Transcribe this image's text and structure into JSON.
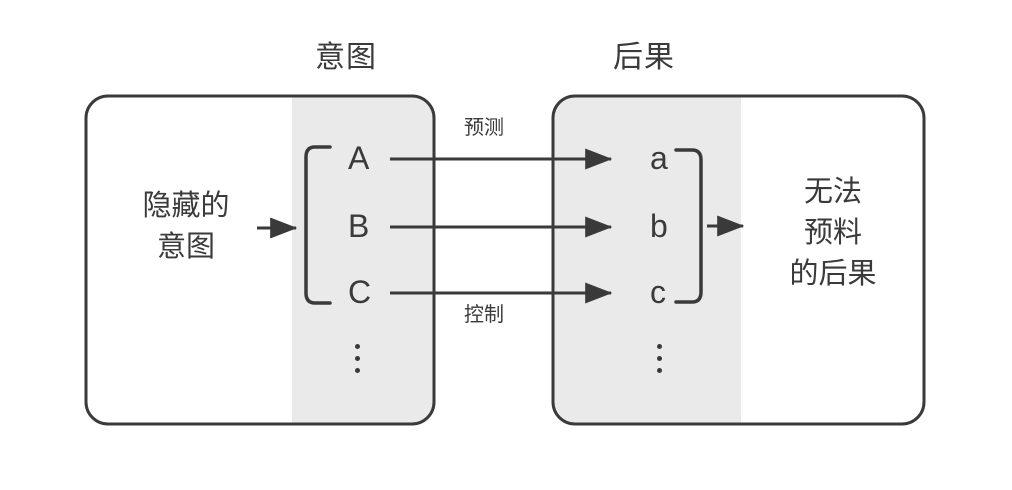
{
  "diagram": {
    "title_left": "意图",
    "title_right": "后果",
    "left_panel": {
      "source_text_line1": "隐藏的",
      "source_text_line2": "意图",
      "items": [
        "A",
        "B",
        "C"
      ],
      "ellipsis": "⋮"
    },
    "right_panel": {
      "items": [
        "a",
        "b",
        "c"
      ],
      "ellipsis": "⋮",
      "outcome_line1": "无法",
      "outcome_line2": "预料",
      "outcome_line3": "的后果"
    },
    "edges": {
      "label_top": "预测",
      "label_bottom": "控制"
    },
    "colors": {
      "stroke": "#3a3a3a",
      "shade": "#eaeaea",
      "background": "#ffffff",
      "text": "#3a3a3a"
    }
  }
}
